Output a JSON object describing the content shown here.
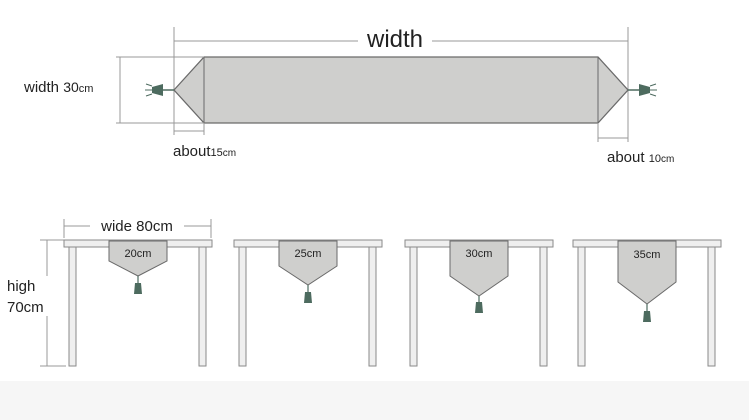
{
  "runner": {
    "width_label": "width",
    "side_width_label": "width",
    "side_width_value": "30",
    "side_width_unit": "cm",
    "tip_label_left": "about",
    "tip_value_left": "15",
    "tip_unit_left": "cm",
    "tip_label_right": "about",
    "tip_value_right": "10",
    "tip_unit_right": "cm"
  },
  "tables": {
    "wide_label": "wide 80cm",
    "high_label": "high",
    "high_value": "70cm",
    "drops": [
      "20cm",
      "25cm",
      "30cm",
      "35cm"
    ]
  },
  "colors": {
    "runner_fill": "#cfcfcd",
    "runner_stroke": "#6a6a6a",
    "table_fill": "#efefef",
    "table_stroke": "#8a8a8a",
    "tassel": "#4d6b5f",
    "dim_line": "#999999"
  }
}
